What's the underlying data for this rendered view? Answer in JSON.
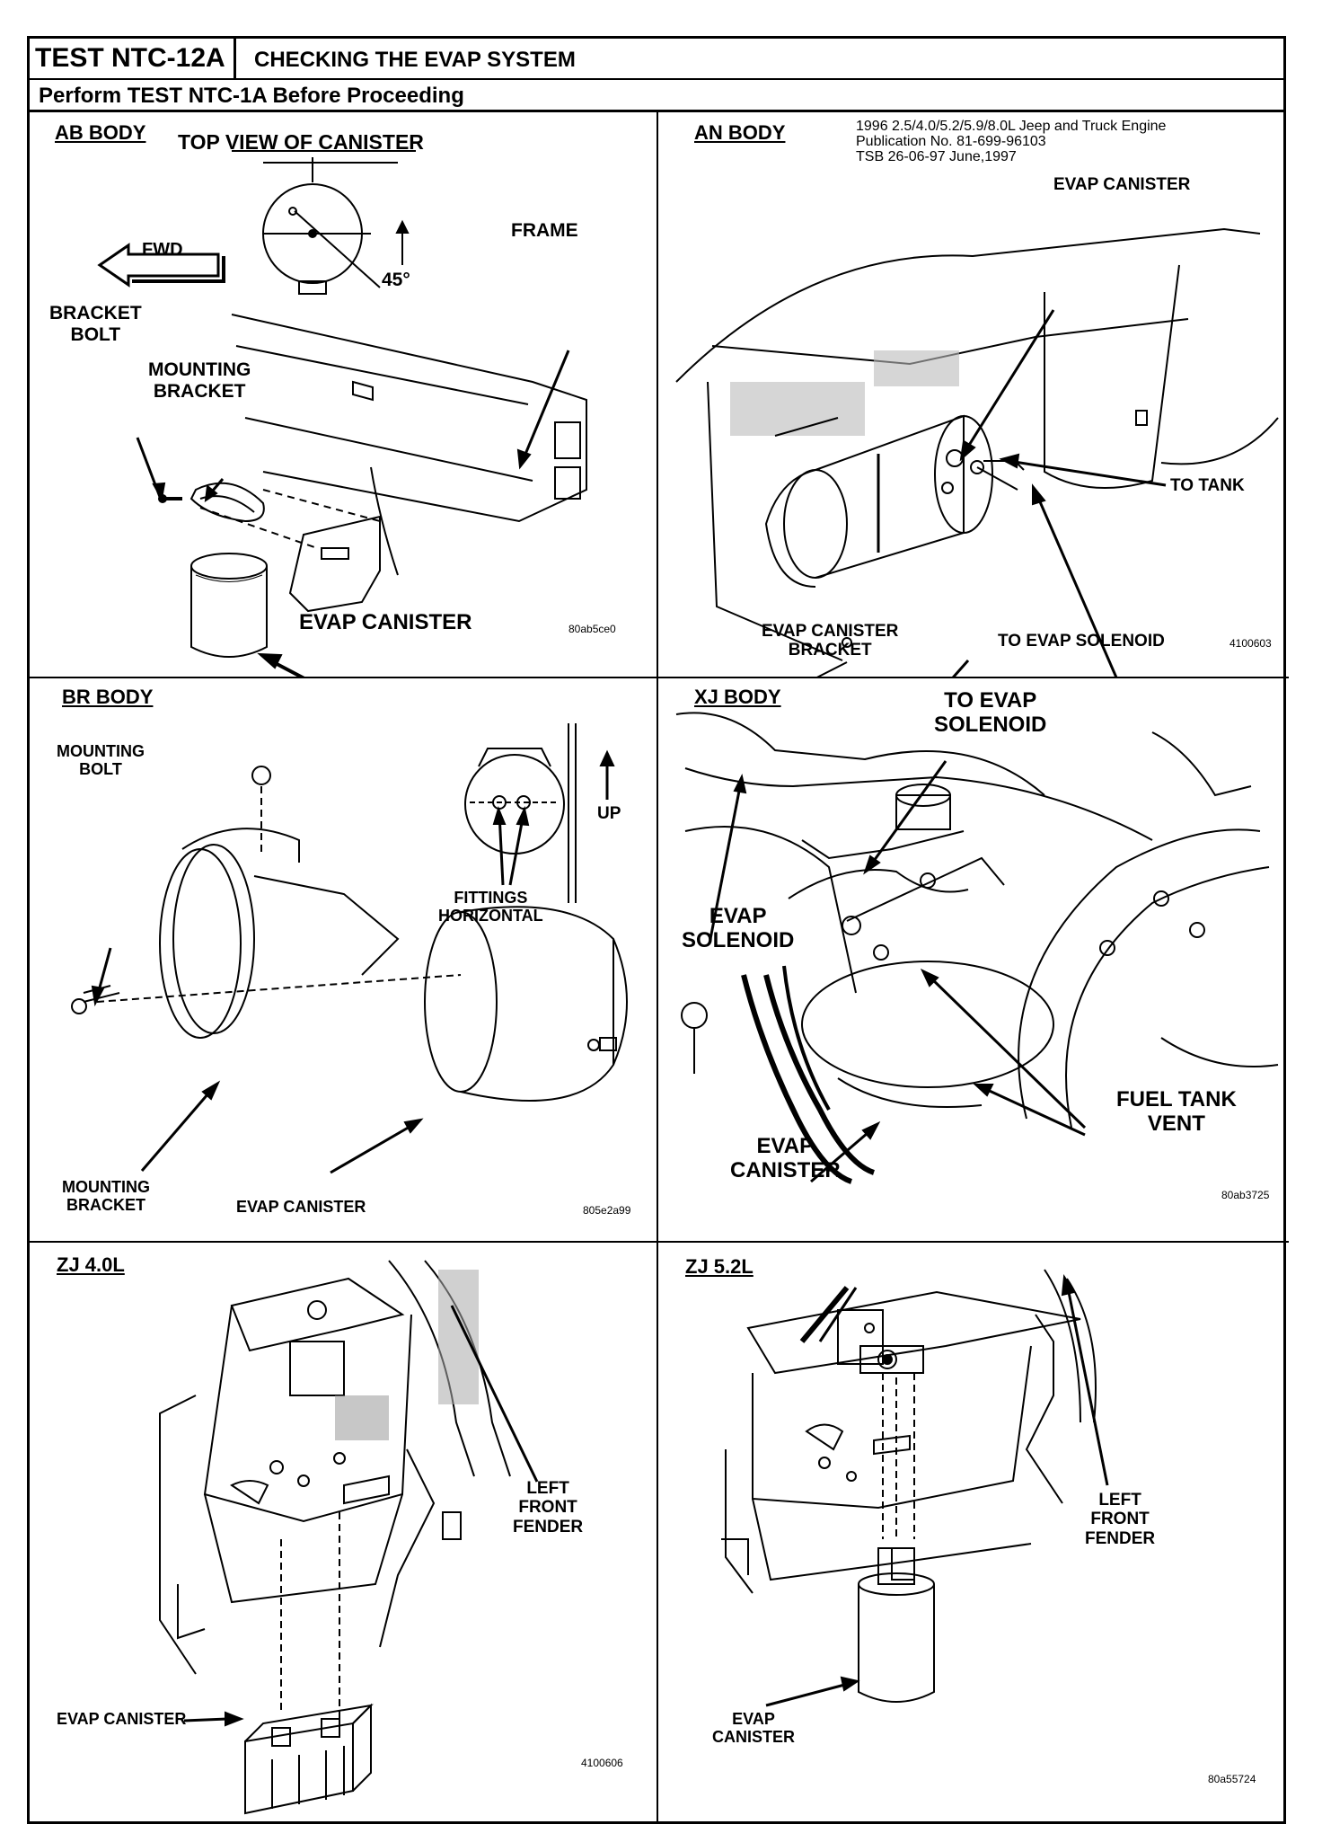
{
  "header": {
    "test_id": "TEST NTC-12A",
    "title": "CHECKING THE EVAP SYSTEM",
    "subtitle": "Perform TEST NTC-1A Before Proceeding"
  },
  "panels": {
    "ab": {
      "title": "AB BODY",
      "subtitle": "TOP VIEW OF CANISTER",
      "fwd": "FWD",
      "angle": "45°",
      "frame": "FRAME",
      "bracket_bolt": [
        "BRACKET",
        "BOLT"
      ],
      "mounting_bracket": [
        "MOUNTING",
        "BRACKET"
      ],
      "evap_canister": "EVAP CANISTER",
      "fig_id": "80ab5ce0"
    },
    "an": {
      "title": "AN BODY",
      "publication": [
        "1996 2.5/4.0/5.2/5.9/8.0L Jeep and Truck Engine",
        "Publication No. 81-699-96103",
        "TSB 26-06-97   June,1997"
      ],
      "evap_canister": "EVAP CANISTER",
      "to_tank": "TO TANK",
      "bracket": [
        "EVAP CANISTER",
        "BRACKET"
      ],
      "to_solenoid": "TO EVAP SOLENOID",
      "fig_id": "4100603"
    },
    "br": {
      "title": "BR BODY",
      "mounting_bolt": [
        "MOUNTING",
        "BOLT"
      ],
      "up": "UP",
      "fittings": [
        "FITTINGS",
        "HORIZONTAL"
      ],
      "mounting_bracket": [
        "MOUNTING",
        "BRACKET"
      ],
      "evap_canister": "EVAP CANISTER",
      "fig_id": "805e2a99"
    },
    "xj": {
      "title": "XJ BODY",
      "to_solenoid": [
        "TO EVAP",
        "SOLENOID"
      ],
      "evap_solenoid": [
        "EVAP",
        "SOLENOID"
      ],
      "fuel_tank_vent": [
        "FUEL TANK",
        "VENT"
      ],
      "evap_canister": [
        "EVAP",
        "CANISTER"
      ],
      "fig_id": "80ab3725"
    },
    "zj40": {
      "title": "ZJ 4.0L",
      "left_front_fender": [
        "LEFT",
        "FRONT",
        "FENDER"
      ],
      "evap_canister": "EVAP CANISTER",
      "fig_id": "4100606"
    },
    "zj52": {
      "title": "ZJ 5.2L",
      "left_front_fender": [
        "LEFT",
        "FRONT",
        "FENDER"
      ],
      "evap_canister": [
        "EVAP",
        "CANISTER"
      ],
      "fig_id": "80a55724"
    }
  }
}
